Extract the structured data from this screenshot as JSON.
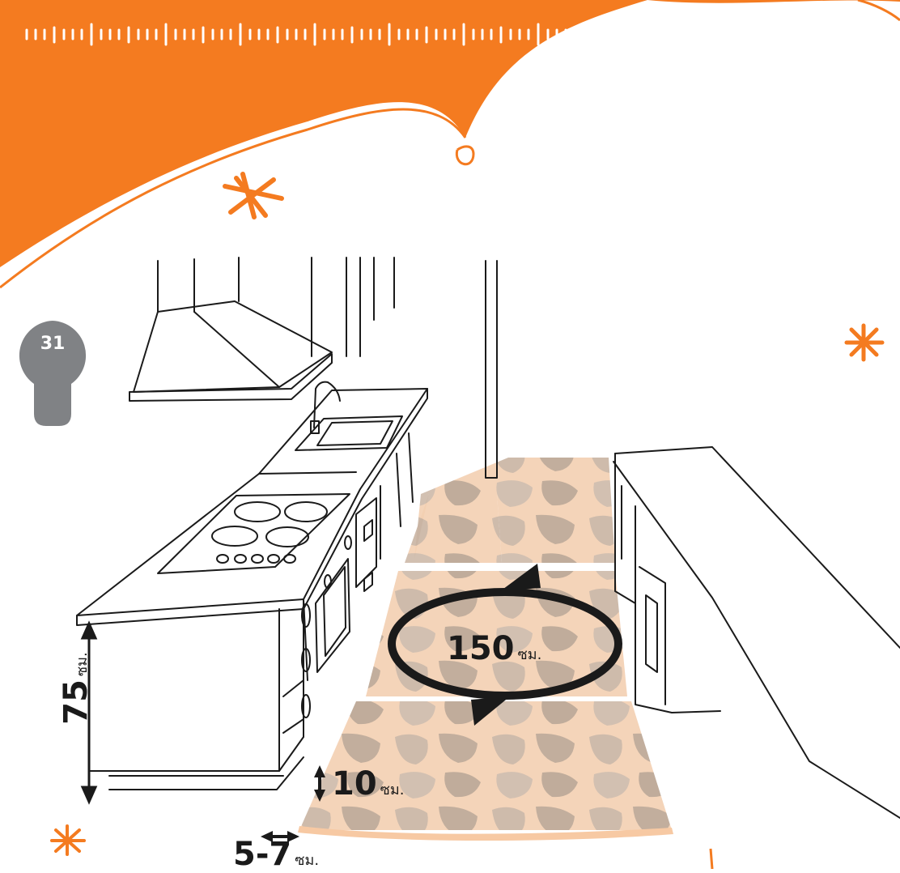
{
  "page_number": "31",
  "colors": {
    "accent": "#f47b20",
    "badge": "#808285",
    "rug": "#f2c9a8",
    "rug_stone": "#bfa896",
    "line": "#1a1a1a"
  },
  "measurements": {
    "counter_height": {
      "value": "75",
      "unit": "ซม."
    },
    "turning_circle": {
      "value": "150",
      "unit": "ซม."
    },
    "toe_kick_height": {
      "value": "10",
      "unit": "ซม."
    },
    "toe_kick_depth": {
      "value": "5-7",
      "unit": "ซม."
    }
  }
}
